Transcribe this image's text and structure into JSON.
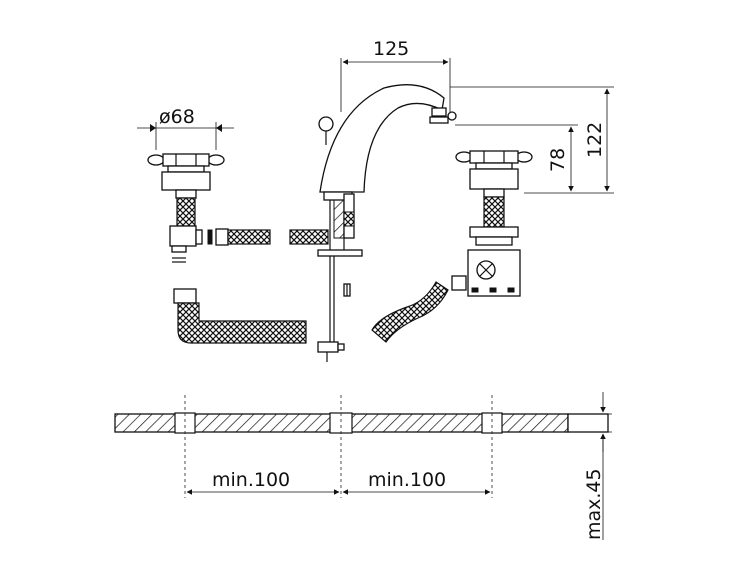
{
  "dimensions": {
    "spout_reach": "125",
    "total_height": "122",
    "outlet_height": "78",
    "rosette_diameter": "ø68",
    "spacing_left": "min.100",
    "spacing_right": "min.100",
    "deck_thickness": "max.45"
  },
  "colors": {
    "line": "#111111",
    "background": "#ffffff"
  }
}
